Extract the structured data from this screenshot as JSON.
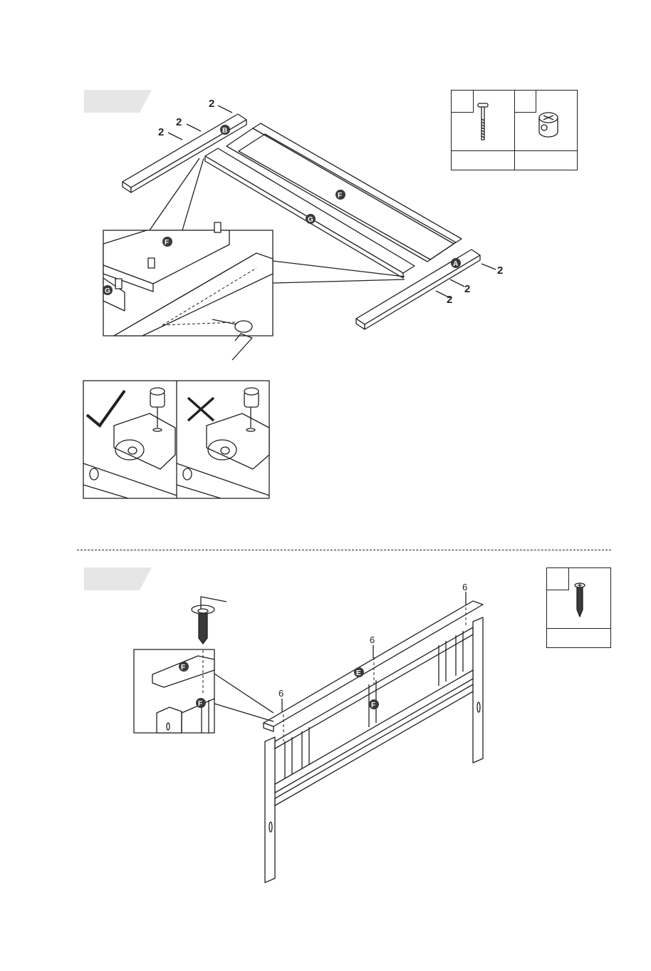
{
  "steps": [
    {
      "hardware": {
        "items": [
          {
            "name": "bolt-icon",
            "code": "",
            "qty": ""
          },
          {
            "name": "barrel-nut-icon",
            "code": "",
            "qty": ""
          }
        ]
      },
      "quantities": [
        "2",
        "2",
        "2",
        "2",
        "2",
        "2"
      ],
      "parts": [
        "B",
        "F",
        "G",
        "A",
        "F",
        "G"
      ],
      "check": {
        "correct_icon": "check-mark-icon",
        "wrong_icon": "cross-mark-icon"
      }
    },
    {
      "hardware": {
        "items": [
          {
            "name": "wood-screw-icon",
            "code": "",
            "qty": ""
          }
        ]
      },
      "quantities": [
        "6",
        "6",
        "6"
      ],
      "parts": [
        "F",
        "F",
        "E",
        "F"
      ]
    }
  ],
  "colors": {
    "ink": "#231f20",
    "tab": "#e6e6e6",
    "badge": "#3a3a3a"
  }
}
